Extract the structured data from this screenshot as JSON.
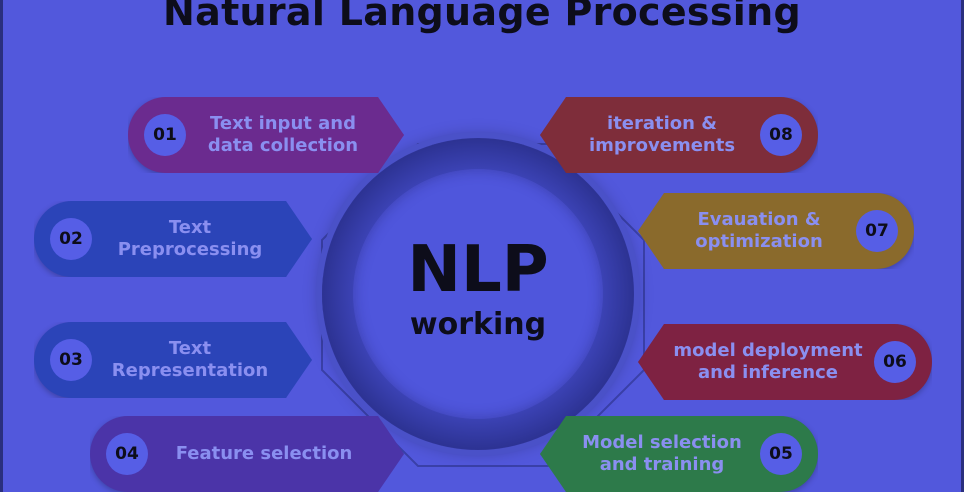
{
  "title": "Natural Language Processing",
  "hub": {
    "main": "NLP",
    "sub": "working"
  },
  "steps": [
    {
      "num": "01",
      "label": "Text input and\ndata collection",
      "color": "#6b2b8f"
    },
    {
      "num": "02",
      "label": "Text\nPreprocessing",
      "color": "#2b44b8"
    },
    {
      "num": "03",
      "label": "Text\nRepresentation",
      "color": "#2b44b8"
    },
    {
      "num": "04",
      "label": "Feature selection",
      "color": "#4b34a8"
    },
    {
      "num": "05",
      "label": "Model selection\nand training",
      "color": "#2d7a4a"
    },
    {
      "num": "06",
      "label": "model deployment\nand inference",
      "color": "#7e2242"
    },
    {
      "num": "07",
      "label": "Evauation &\noptimization",
      "color": "#8a6a2c"
    },
    {
      "num": "08",
      "label": "iteration &\nimprovements",
      "color": "#7e2d3a"
    }
  ]
}
